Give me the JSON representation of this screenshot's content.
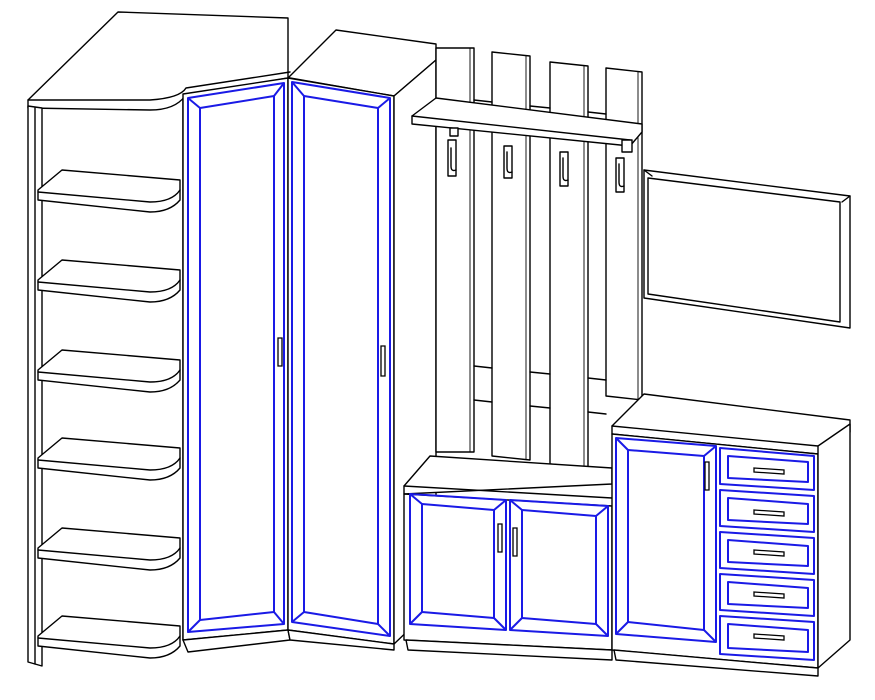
{
  "colors": {
    "line": "#000000",
    "door_outline": "#1a1ae6",
    "background": "#ffffff"
  },
  "components": [
    "corner-shelf-unit",
    "corner-wardrobe",
    "tall-wardrobe",
    "coat-rack-panels",
    "hat-shelf",
    "coat-hooks",
    "shoe-cabinet",
    "mirror",
    "chest-of-drawers"
  ]
}
